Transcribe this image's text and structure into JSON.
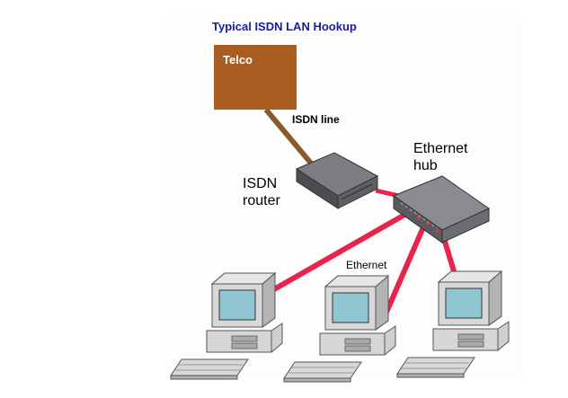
{
  "diagram": {
    "title": "Typical ISDN LAN Hookup",
    "telco": {
      "label": "Telco",
      "color": "#a95d20"
    },
    "isdn_line": {
      "label": "ISDN line",
      "color": "#8a5a2b"
    },
    "router": {
      "label_line1": "ISDN",
      "label_line2": "router"
    },
    "hub": {
      "label_line1": "Ethernet",
      "label_line2": "hub"
    },
    "ethernet": {
      "label": "Ethernet",
      "color": "#e8244a"
    },
    "computers": [
      {
        "name": "computer-left"
      },
      {
        "name": "computer-middle"
      },
      {
        "name": "computer-right"
      }
    ],
    "colors": {
      "title": "#1a1aa6",
      "device": "#6b6b70",
      "computer": "#d2d2d2",
      "screen": "#8fc6d2"
    }
  }
}
